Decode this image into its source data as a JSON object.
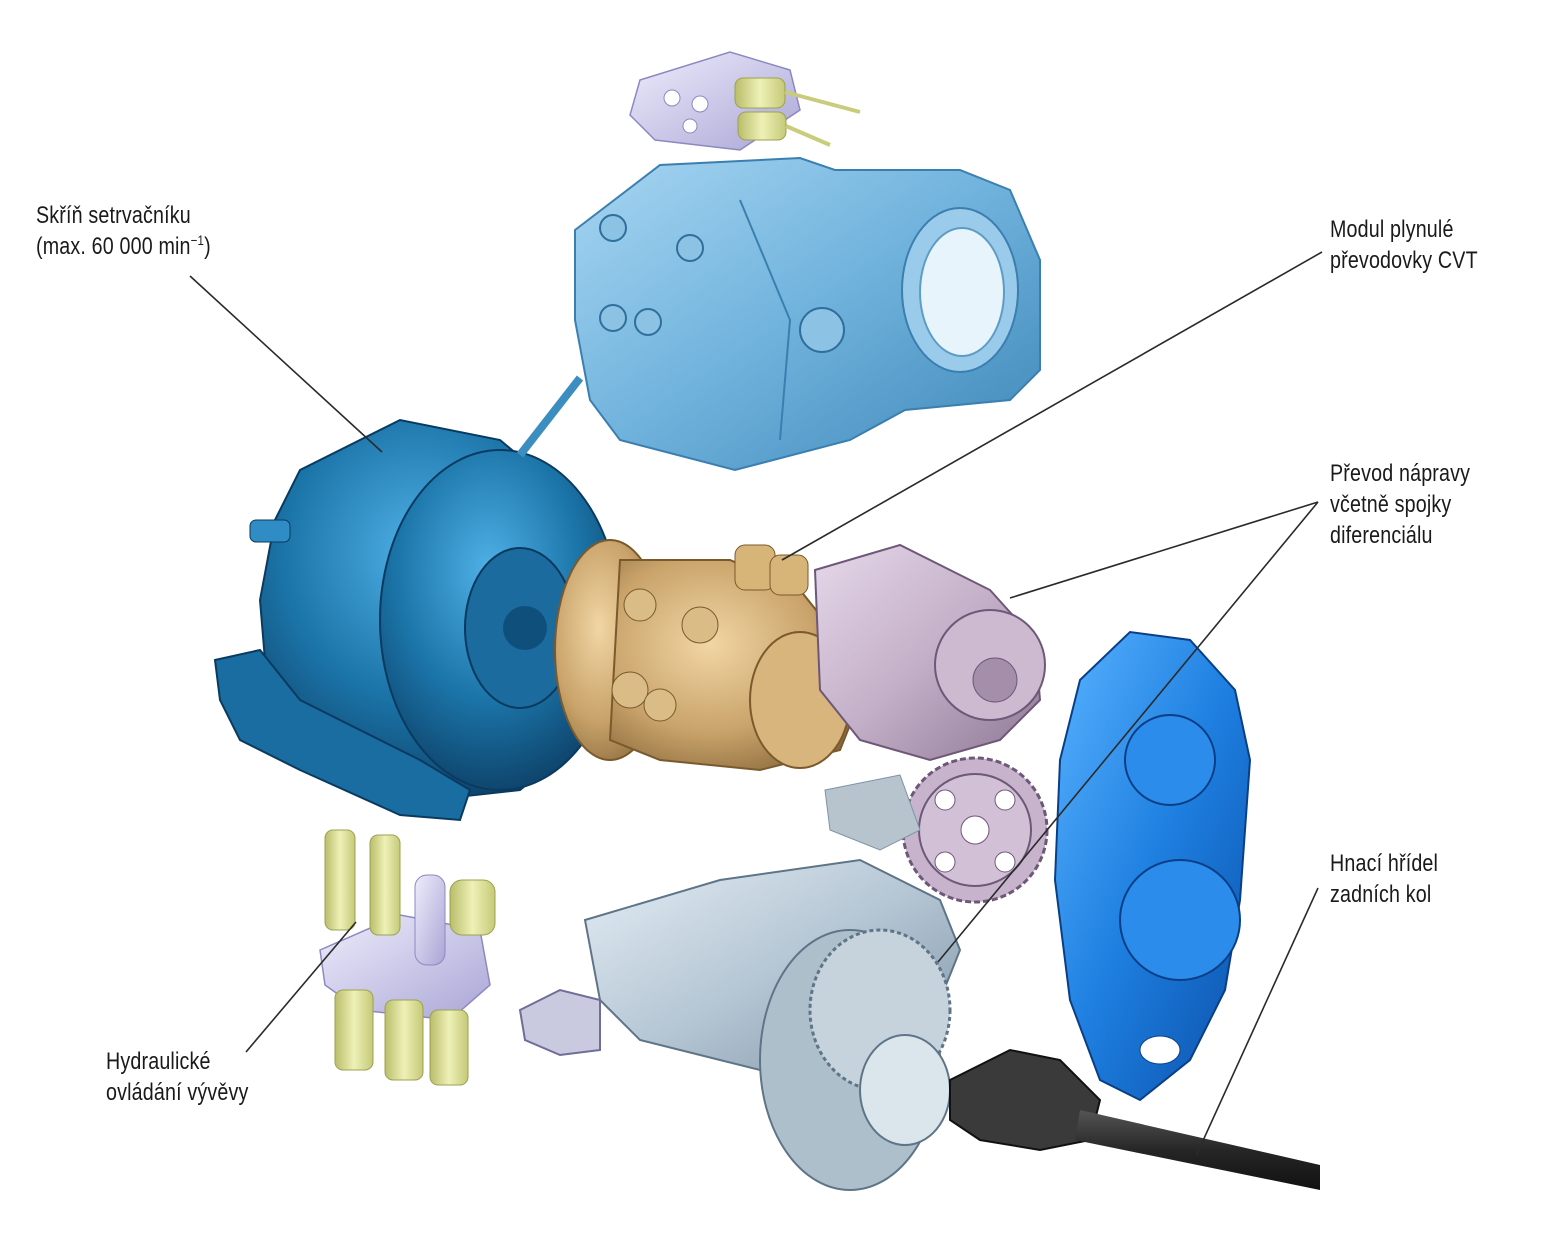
{
  "labels": {
    "flywheel_housing": {
      "line1": "Skříň setrvačníku",
      "line2_main": "(max. 60 000 min",
      "line2_sup": "−1",
      "line2_end": ")"
    },
    "cvt_module": {
      "line1": "Modul plynulé",
      "line2": "převodovky CVT"
    },
    "axle_drive": {
      "line1": "Převod nápravy",
      "line2": "včetně spojky",
      "line3": "diferenciálu"
    },
    "rear_driveshaft": {
      "line1": "Hnací hřídel",
      "line2": "zadních kol"
    },
    "hydraulic_control": {
      "line1": "Hydraulické",
      "line2": "ovládání vývěvy"
    }
  },
  "colors": {
    "flywheel_blue": "#1b74a8",
    "housing_blue": "#6fb2dc",
    "cvt_gold": "#c9a36a",
    "axle_pink": "#c4b0c8",
    "cover_blue": "#1e7fe0",
    "valve_yellow": "#dfe39a",
    "valve_lilac": "#c9c6e8",
    "casing_grey": "#b5c6d4",
    "shaft_black": "#262626"
  }
}
